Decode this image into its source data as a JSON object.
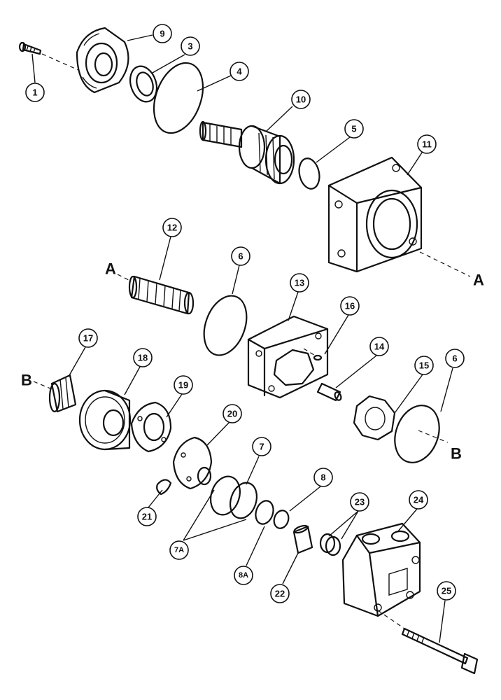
{
  "callouts": [
    {
      "id": "c1",
      "label": "1"
    },
    {
      "id": "c3",
      "label": "3"
    },
    {
      "id": "c4",
      "label": "4"
    },
    {
      "id": "c5",
      "label": "5"
    },
    {
      "id": "c6a",
      "label": "6"
    },
    {
      "id": "c6b",
      "label": "6"
    },
    {
      "id": "c7",
      "label": "7"
    },
    {
      "id": "c7a",
      "label": "7A"
    },
    {
      "id": "c8",
      "label": "8"
    },
    {
      "id": "c8a",
      "label": "8A"
    },
    {
      "id": "c9",
      "label": "9"
    },
    {
      "id": "c10",
      "label": "10"
    },
    {
      "id": "c11",
      "label": "11"
    },
    {
      "id": "c12",
      "label": "12"
    },
    {
      "id": "c13",
      "label": "13"
    },
    {
      "id": "c14",
      "label": "14"
    },
    {
      "id": "c15",
      "label": "15"
    },
    {
      "id": "c16",
      "label": "16"
    },
    {
      "id": "c17",
      "label": "17"
    },
    {
      "id": "c18",
      "label": "18"
    },
    {
      "id": "c19",
      "label": "19"
    },
    {
      "id": "c20",
      "label": "20"
    },
    {
      "id": "c21",
      "label": "21"
    },
    {
      "id": "c22",
      "label": "22"
    },
    {
      "id": "c23",
      "label": "23"
    },
    {
      "id": "c24",
      "label": "24"
    },
    {
      "id": "c25",
      "label": "25"
    }
  ],
  "axis_labels": {
    "a_left": "A",
    "a_right": "A",
    "b_left": "B",
    "b_right": "B"
  }
}
